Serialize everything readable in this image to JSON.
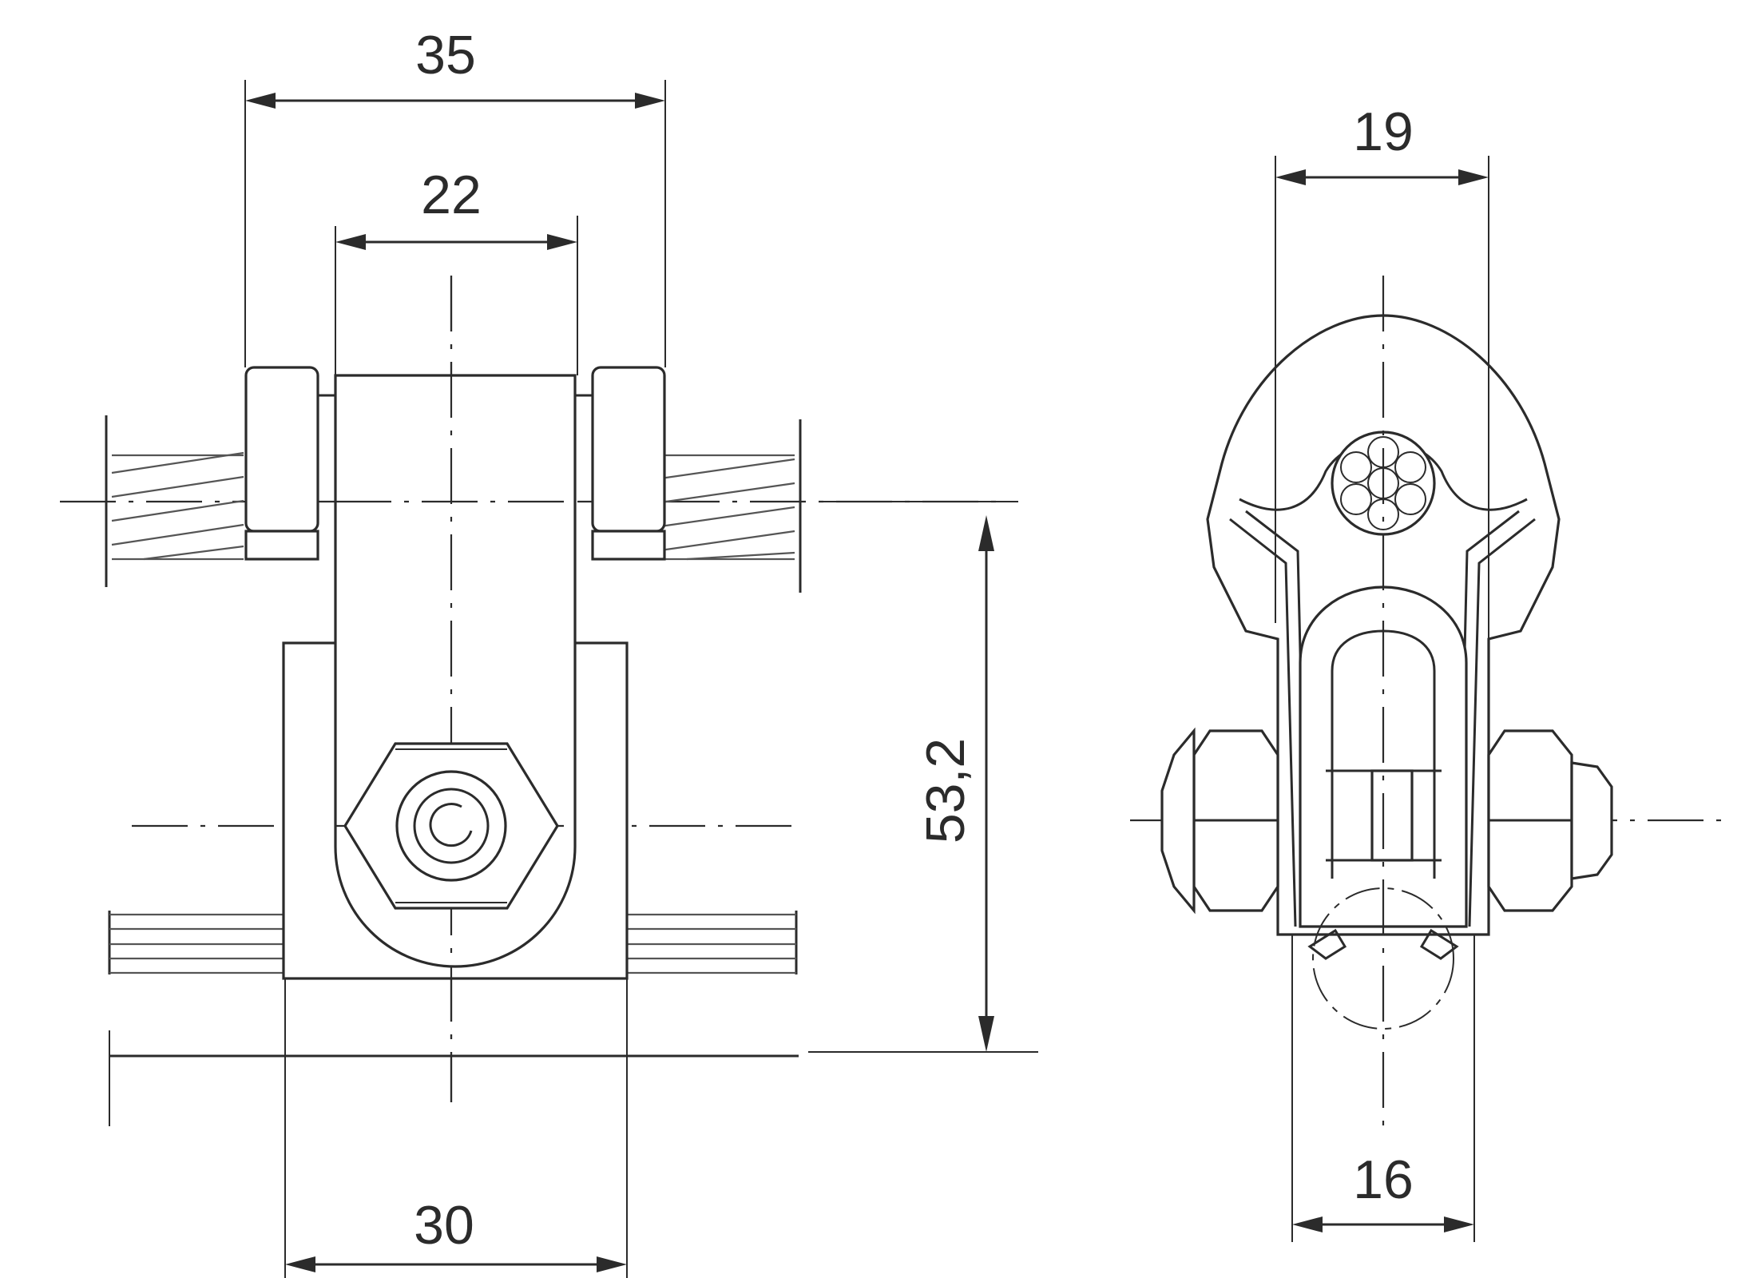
{
  "dimensions": {
    "front_top_width": "35",
    "front_inner_width": "22",
    "front_base_width": "30",
    "front_height": "53,2",
    "side_top_width": "19",
    "side_bottom_width": "16"
  }
}
